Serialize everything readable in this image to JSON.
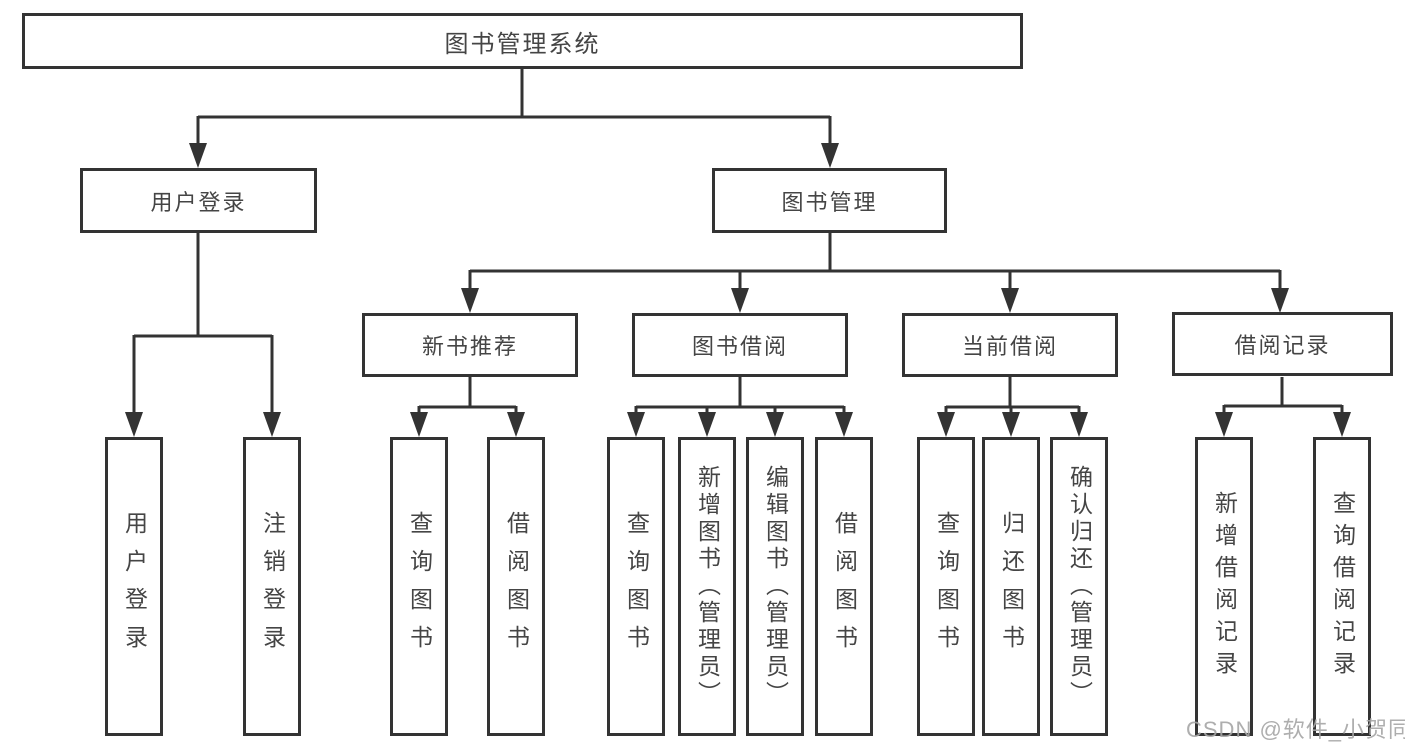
{
  "nodes": {
    "root": "图书管理系统",
    "level2": [
      "用户登录",
      "图书管理"
    ],
    "level3": [
      "新书推荐",
      "图书借阅",
      "当前借阅",
      "借阅记录"
    ],
    "leaves": [
      "用户登录",
      "注销登录",
      "查询图书",
      "借阅图书",
      "查询图书",
      "新增图书（管理员）",
      "编辑图书（管理员）",
      "借阅图书",
      "查询图书",
      "归还图书",
      "确认归还（管理员）",
      "新增借阅记录",
      "查询借阅记录"
    ]
  },
  "hierarchy": {
    "图书管理系统": {
      "用户登录": [
        "用户登录",
        "注销登录"
      ],
      "图书管理": {
        "新书推荐": [
          "查询图书",
          "借阅图书"
        ],
        "图书借阅": [
          "查询图书",
          "新增图书（管理员）",
          "编辑图书（管理员）",
          "借阅图书"
        ],
        "当前借阅": [
          "查询图书",
          "归还图书",
          "确认归还（管理员）"
        ],
        "借阅记录": [
          "新增借阅记录",
          "查询借阅记录"
        ]
      }
    }
  },
  "watermark": "CSDN @软件_小贺同学",
  "colors": {
    "line": "#333333",
    "text": "#454545",
    "watermark": "#a5a5a5",
    "background": "#ffffff"
  }
}
